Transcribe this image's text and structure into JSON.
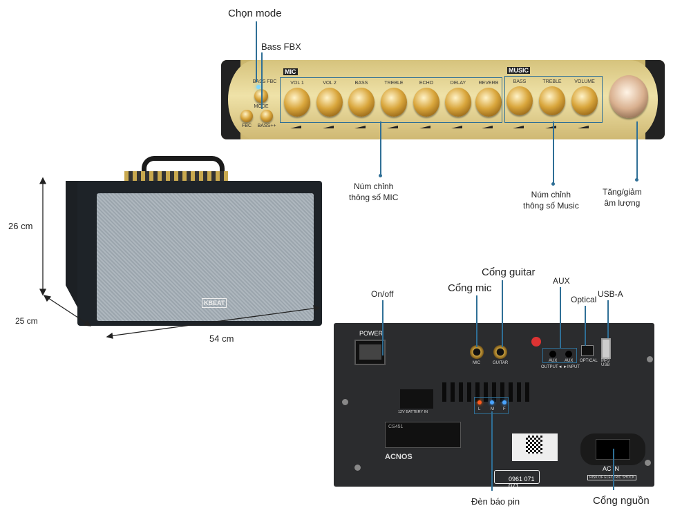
{
  "callouts": {
    "mode": "Chọn mode",
    "bass_fbx": "Bass FBX",
    "mic_knobs": [
      "Núm chỉnh",
      "thông số MIC"
    ],
    "music_knobs": [
      "Núm chỉnh",
      "thông số Music"
    ],
    "volume": [
      "Tăng/giảm",
      "âm lượng"
    ],
    "onoff": "On/off",
    "mic_port": "Cổng mic",
    "guitar_port": "Cổng guitar",
    "aux": "AUX",
    "optical": "Optical",
    "usb": "USB-A",
    "battery_led": "Đèn báo pin",
    "power_port": "Cổng nguồn"
  },
  "dimensions": {
    "height": "26 cm",
    "depth": "25 cm",
    "width": "54 cm"
  },
  "panel": {
    "mic_tag": "MIC",
    "music_tag": "MUSIC",
    "mic_knobs": [
      "VOL 1",
      "VOL 2",
      "BASS",
      "TREBLE",
      "ECHO",
      "DELAY",
      "REVERB"
    ],
    "music_knobs": [
      "BASS",
      "TREBLE",
      "VOLUME"
    ],
    "mode_label": "MODE",
    "bass_label": "BASS++",
    "fbc_label": "FBC",
    "bass_fbc": "BASS FBC"
  },
  "speaker": {
    "logo": "KBEAT"
  },
  "back": {
    "power": "POWER",
    "mic": "MIC",
    "guitar": "GUITAR",
    "aux_out": "AUX",
    "aux_in": "AUX",
    "output": "OUTPUT◄",
    "input": "►INPUT",
    "optical": "OPTICAL",
    "usb": [
      "MP3",
      "USB"
    ],
    "battery": "12V BATTERY IN",
    "leds": [
      "L",
      "M",
      "F"
    ],
    "model": "CS451",
    "brand": "ACNOS",
    "hotline": "0961 071 071",
    "ac_in": "AC IN",
    "warning": "RISK OF ELECTRIC SHOCK"
  }
}
